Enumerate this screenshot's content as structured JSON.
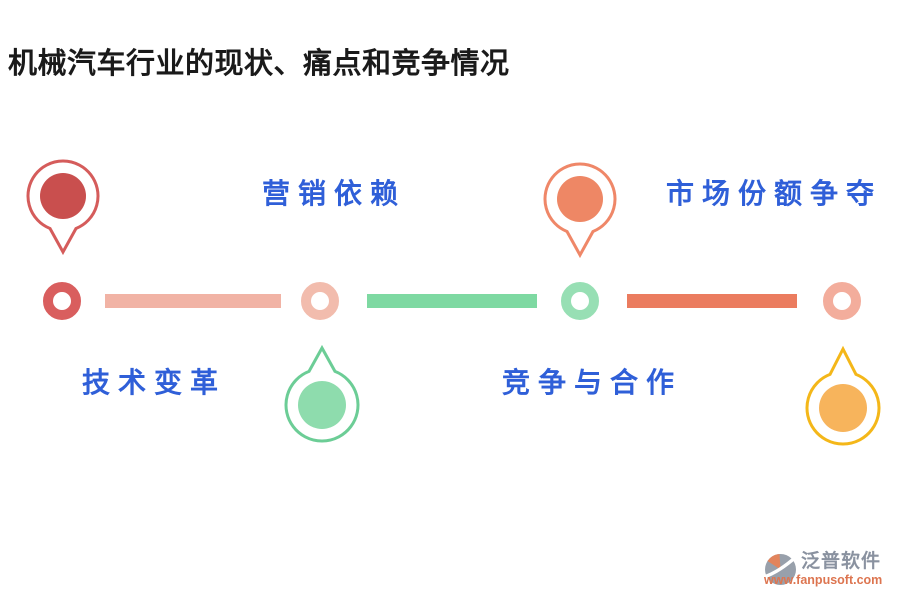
{
  "title": {
    "text": "机械汽车行业的现状、痛点和竞争情况",
    "color": "#1A1A1A"
  },
  "palette": {
    "label_color": "#2F5FD8",
    "background": "#FFFFFF"
  },
  "milestones": [
    {
      "label": "营销依赖",
      "row": "above-line",
      "balloon_stroke": "#D55C5B",
      "balloon_fill": "#C94F4E"
    },
    {
      "label": "技术变革",
      "row": "below-line",
      "balloon_stroke": "#6CCD96",
      "balloon_fill": "#8EDCAD"
    },
    {
      "label": "市场份额争夺",
      "row": "above-line",
      "balloon_stroke": "#EF8768",
      "balloon_fill": "#EE8765"
    },
    {
      "label": "竞争与合作",
      "row": "below-line",
      "balloon_stroke": "#F4B719",
      "balloon_fill": "#F7B45C"
    }
  ],
  "timeline": {
    "rings": [
      {
        "color": "#D95E5E"
      },
      {
        "color": "#F2BCAD"
      },
      {
        "color": "#97DFB4"
      },
      {
        "color": "#F3AD9C"
      }
    ],
    "bars": [
      {
        "color": "#F1B3A5"
      },
      {
        "color": "#7ED9A2"
      },
      {
        "color": "#EB7C5F"
      }
    ]
  },
  "watermark": {
    "brand": "泛普软件",
    "url": "www.fanpusoft.com",
    "brand_color": "#8A92A0",
    "url_color": "#DD7550",
    "icon_gray": "#98A0AB",
    "icon_orange": "#E2845C"
  }
}
